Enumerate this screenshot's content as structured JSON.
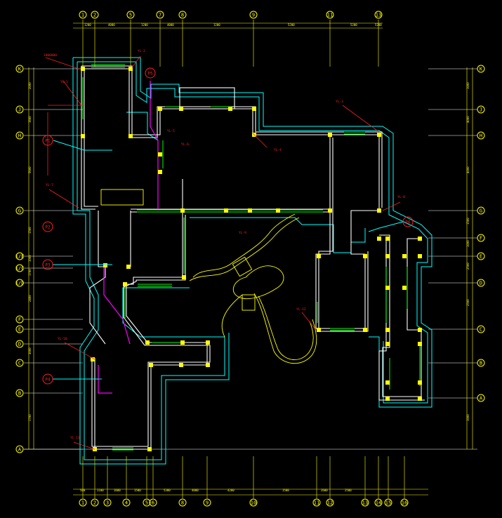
{
  "top_axes": [
    "1",
    "2",
    "5",
    "7",
    "8",
    "9",
    "11",
    "13"
  ],
  "bottom_axes": [
    "1",
    "2",
    "3",
    "4",
    "5",
    "6",
    "8",
    "9",
    "10",
    "11",
    "12",
    "13",
    "14",
    "15",
    "16"
  ],
  "left_axes": [
    "K",
    "J",
    "H",
    "G",
    "F",
    "E",
    "D",
    "C",
    "B",
    "A"
  ],
  "right_axes": [
    "K",
    "J",
    "H",
    "G",
    "F",
    "E",
    "D",
    "C",
    "B",
    "A"
  ],
  "extra_left_axes": [
    "1/E",
    "1/C",
    "1/D"
  ],
  "top_dims": [
    "1200",
    "4000",
    "1200",
    "4000",
    "1200",
    "5200",
    "5200",
    "5200"
  ],
  "bottom_dims": [
    "500",
    "1100",
    "1600",
    "1500",
    "5300",
    "4000",
    "4200",
    "1500",
    "2600",
    "2500"
  ],
  "left_dims": [
    "2000",
    "1600",
    "5600",
    "1500",
    "1000",
    "1700",
    "2400",
    "3000",
    "1700"
  ],
  "right_dims": [
    "1000",
    "4000",
    "4000",
    "1500",
    "1000",
    "2500",
    "2500",
    "1000"
  ],
  "tags": {
    "p1": "P1",
    "p2": "P2",
    "p3": "P3",
    "p4": "P4",
    "p5": "P5",
    "p6": "P6"
  },
  "labels": {
    "top_left_note": "1000000",
    "l1": "YL-1",
    "l2": "YL-2",
    "l3": "YL-3",
    "l4": "YL-4",
    "l5": "YL-5",
    "l6": "YL-6",
    "l7": "YL-7",
    "l8": "YL-8",
    "l9": "YL-9",
    "l10": "YL-10",
    "l11": "YL-11",
    "l12": "YL-12"
  },
  "colors": {
    "background": "#000000",
    "wall": "#ffffff",
    "gutter": "#00ffff",
    "window": "#00ff00",
    "annotation": "#ff2020",
    "column": "#ffff00",
    "pipe": "#ff00ff"
  }
}
